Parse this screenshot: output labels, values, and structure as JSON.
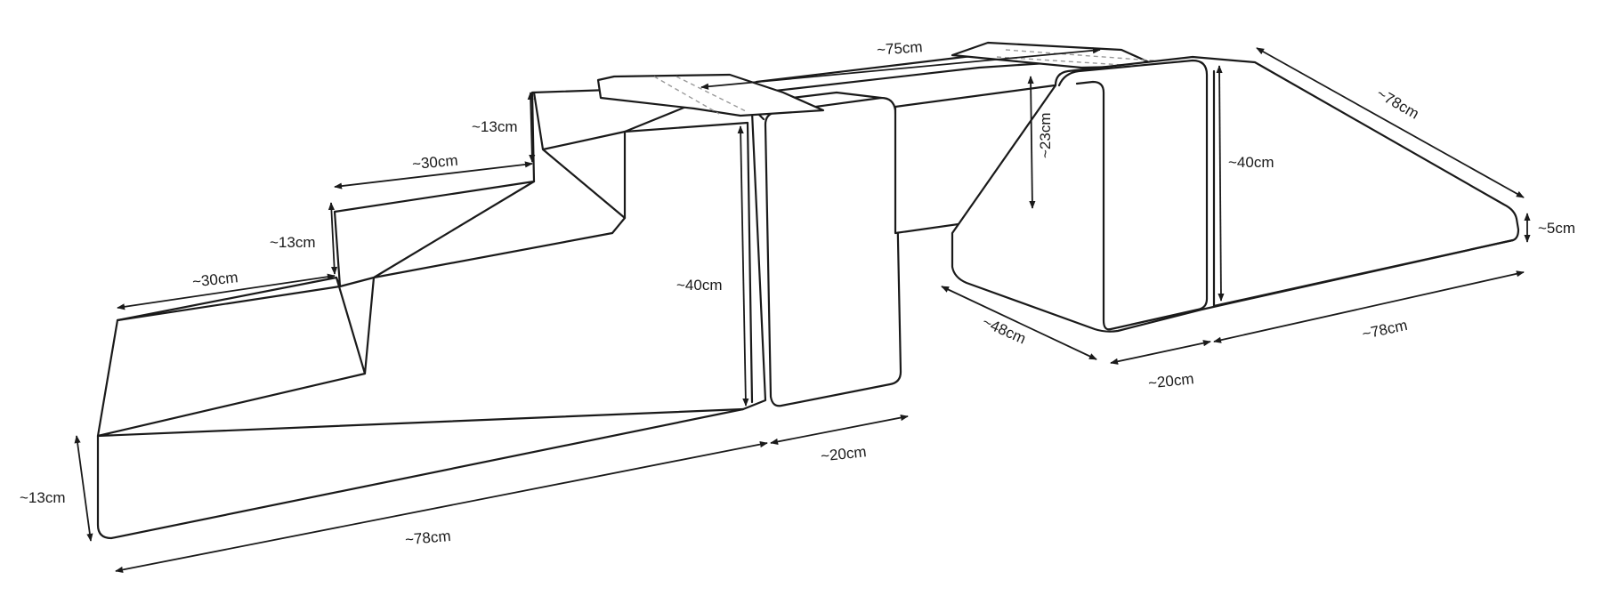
{
  "colors": {
    "line": "#1a1a1a",
    "background": "#ffffff",
    "hidden_line": "#9a9a9a"
  },
  "dimensions": {
    "left_base_height": "~13cm",
    "left_length": "~78cm",
    "step1_depth": "~30cm",
    "step1_rise": "~13cm",
    "step2_depth": "~30cm",
    "step2_rise": "~13cm",
    "left_height": "~40cm",
    "left_width": "~20cm",
    "bridge_length": "~75cm",
    "bridge_height": "~23cm",
    "right_depth": "~48cm",
    "right_width": "~20cm",
    "right_height": "~40cm",
    "ramp_top_length": "~78cm",
    "ramp_end_height": "~5cm",
    "ramp_base_length": "~78cm"
  }
}
